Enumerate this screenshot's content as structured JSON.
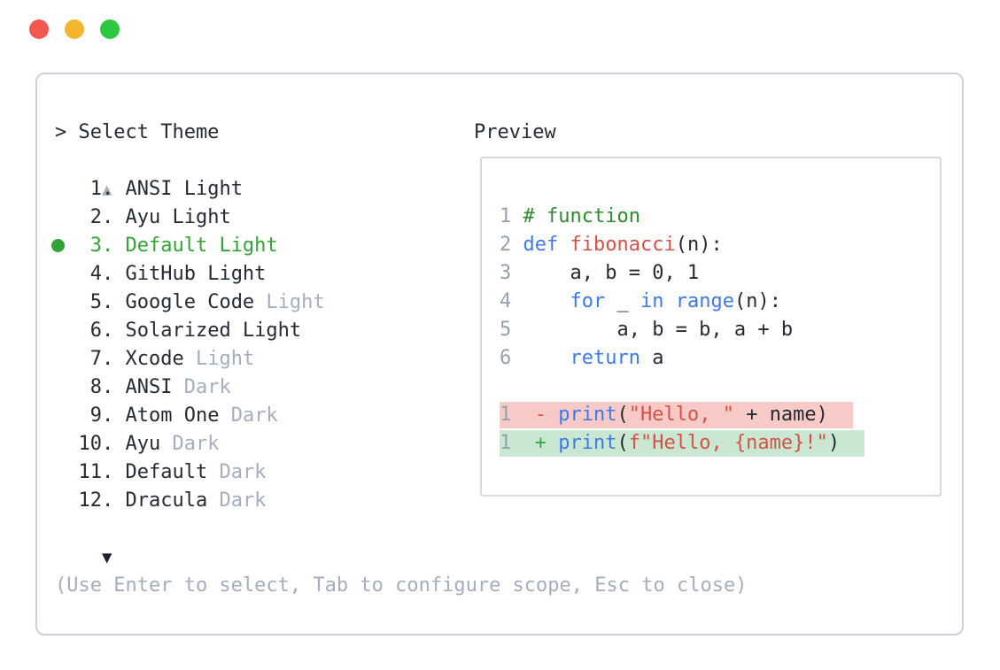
{
  "window_controls": {
    "close": "close-button",
    "minimize": "minimize-button",
    "zoom": "zoom-button"
  },
  "theme_selector": {
    "prompt": "> Select Theme",
    "scroll_up_icon": "▲",
    "scroll_down_icon": "▼",
    "items": [
      {
        "num": "1",
        "label": "ANSI Light",
        "muted": "",
        "selected": false
      },
      {
        "num": "2",
        "label": "Ayu Light",
        "muted": "",
        "selected": false
      },
      {
        "num": "3",
        "label": "Default Light",
        "muted": "",
        "selected": true
      },
      {
        "num": "4",
        "label": "GitHub Light",
        "muted": "",
        "selected": false
      },
      {
        "num": "5",
        "label": "Google Code",
        "muted": "Light",
        "selected": false
      },
      {
        "num": "6",
        "label": "Solarized Light",
        "muted": "",
        "selected": false
      },
      {
        "num": "7",
        "label": "Xcode",
        "muted": "Light",
        "selected": false
      },
      {
        "num": "8",
        "label": "ANSI",
        "muted": "Dark",
        "selected": false
      },
      {
        "num": "9",
        "label": "Atom One",
        "muted": "Dark",
        "selected": false
      },
      {
        "num": "10",
        "label": "Ayu",
        "muted": "Dark",
        "selected": false
      },
      {
        "num": "11",
        "label": "Default",
        "muted": "Dark",
        "selected": false
      },
      {
        "num": "12",
        "label": "Dracula",
        "muted": "Dark",
        "selected": false
      }
    ],
    "hint": "(Use Enter to select, Tab to configure scope, Esc to close)"
  },
  "preview": {
    "title": "Preview",
    "code_lines": [
      {
        "gutter": "1",
        "bg": "",
        "tokens": [
          {
            "t": "# function",
            "c": "com"
          }
        ]
      },
      {
        "gutter": "2",
        "bg": "",
        "tokens": [
          {
            "t": "def ",
            "c": "kw"
          },
          {
            "t": "fibonacci",
            "c": "fn"
          },
          {
            "t": "(n):",
            "c": "pl"
          }
        ]
      },
      {
        "gutter": "3",
        "bg": "",
        "tokens": [
          {
            "t": "    a, b = 0, 1",
            "c": "pl"
          }
        ]
      },
      {
        "gutter": "4",
        "bg": "",
        "tokens": [
          {
            "t": "    ",
            "c": "pl"
          },
          {
            "t": "for",
            "c": "kw"
          },
          {
            "t": " _ ",
            "c": "pl"
          },
          {
            "t": "in",
            "c": "kw"
          },
          {
            "t": " ",
            "c": "pl"
          },
          {
            "t": "range",
            "c": "kw"
          },
          {
            "t": "(n):",
            "c": "pl"
          }
        ]
      },
      {
        "gutter": "5",
        "bg": "",
        "tokens": [
          {
            "t": "        a, b = b, a + b",
            "c": "pl"
          }
        ]
      },
      {
        "gutter": "6",
        "bg": "",
        "tokens": [
          {
            "t": "    ",
            "c": "pl"
          },
          {
            "t": "return",
            "c": "kw"
          },
          {
            "t": " a",
            "c": "pl"
          }
        ]
      },
      {
        "gutter": "",
        "bg": "",
        "tokens": []
      },
      {
        "gutter": "1",
        "bg": "del",
        "tokens": [
          {
            "t": " ",
            "c": "pl"
          },
          {
            "t": "-",
            "c": "delm"
          },
          {
            "t": " ",
            "c": "pl"
          },
          {
            "t": "print",
            "c": "kw"
          },
          {
            "t": "(",
            "c": "pl"
          },
          {
            "t": "\"Hello, \"",
            "c": "str"
          },
          {
            "t": " + name)",
            "c": "pl"
          }
        ]
      },
      {
        "gutter": "1",
        "bg": "add",
        "tokens": [
          {
            "t": " ",
            "c": "pl"
          },
          {
            "t": "+",
            "c": "addm"
          },
          {
            "t": " ",
            "c": "pl"
          },
          {
            "t": "print",
            "c": "kw"
          },
          {
            "t": "(",
            "c": "pl"
          },
          {
            "t": "f\"Hello, {name}!\"",
            "c": "str"
          },
          {
            "t": ")",
            "c": "pl"
          }
        ]
      }
    ]
  },
  "colors": {
    "text": "#262b33",
    "muted": "#a6aebd",
    "gutter": "#97a1ad",
    "accent_green": "#34a336",
    "comment_green": "#2e8b2e",
    "keyword_blue": "#3d7ae8",
    "string_red": "#d4524a",
    "diff_del_bg": "#f7c9c7",
    "diff_add_bg": "#c9e7d1",
    "del_marker": "#d4524a",
    "add_marker": "#3aa64a",
    "window_border": "#ccd2dc",
    "preview_border": "#d6dae0",
    "traffic_red": "#f4574f",
    "traffic_yellow": "#f4b62e",
    "traffic_green": "#2ec740"
  }
}
